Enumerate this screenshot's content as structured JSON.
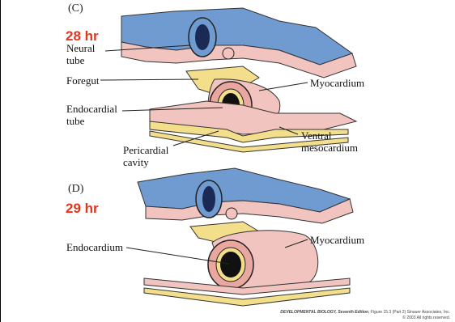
{
  "panelC": {
    "letter": "(C)",
    "time": "28 hr",
    "labels": {
      "neural_tube": "Neural\ntube",
      "foregut": "Foregut",
      "endocardial_tube": "Endocardial\ntube",
      "myocardium": "Myocardium",
      "ventral_mesocardium": "Ventral\nmesocardium",
      "pericardial_cavity": "Pericardial\ncavity"
    }
  },
  "panelD": {
    "letter": "(D)",
    "time": "29 hr",
    "labels": {
      "endocardium": "Endocardium",
      "myocardium": "Myocardium"
    }
  },
  "credit": {
    "line1_title": "DEVELOPMENTAL BIOLOGY, Seventh Edition",
    "line1_rest": ", Figure 15.3 (Part 2)  Sinauer Associates, Inc.",
    "line2": "© 2003 All rights reserved."
  },
  "colors": {
    "ectoderm_blue": "#6f9bd1",
    "mesoderm_pink": "#f2c4c0",
    "endoderm_yellow": "#f3de8c",
    "time_red": "#e8331c"
  }
}
